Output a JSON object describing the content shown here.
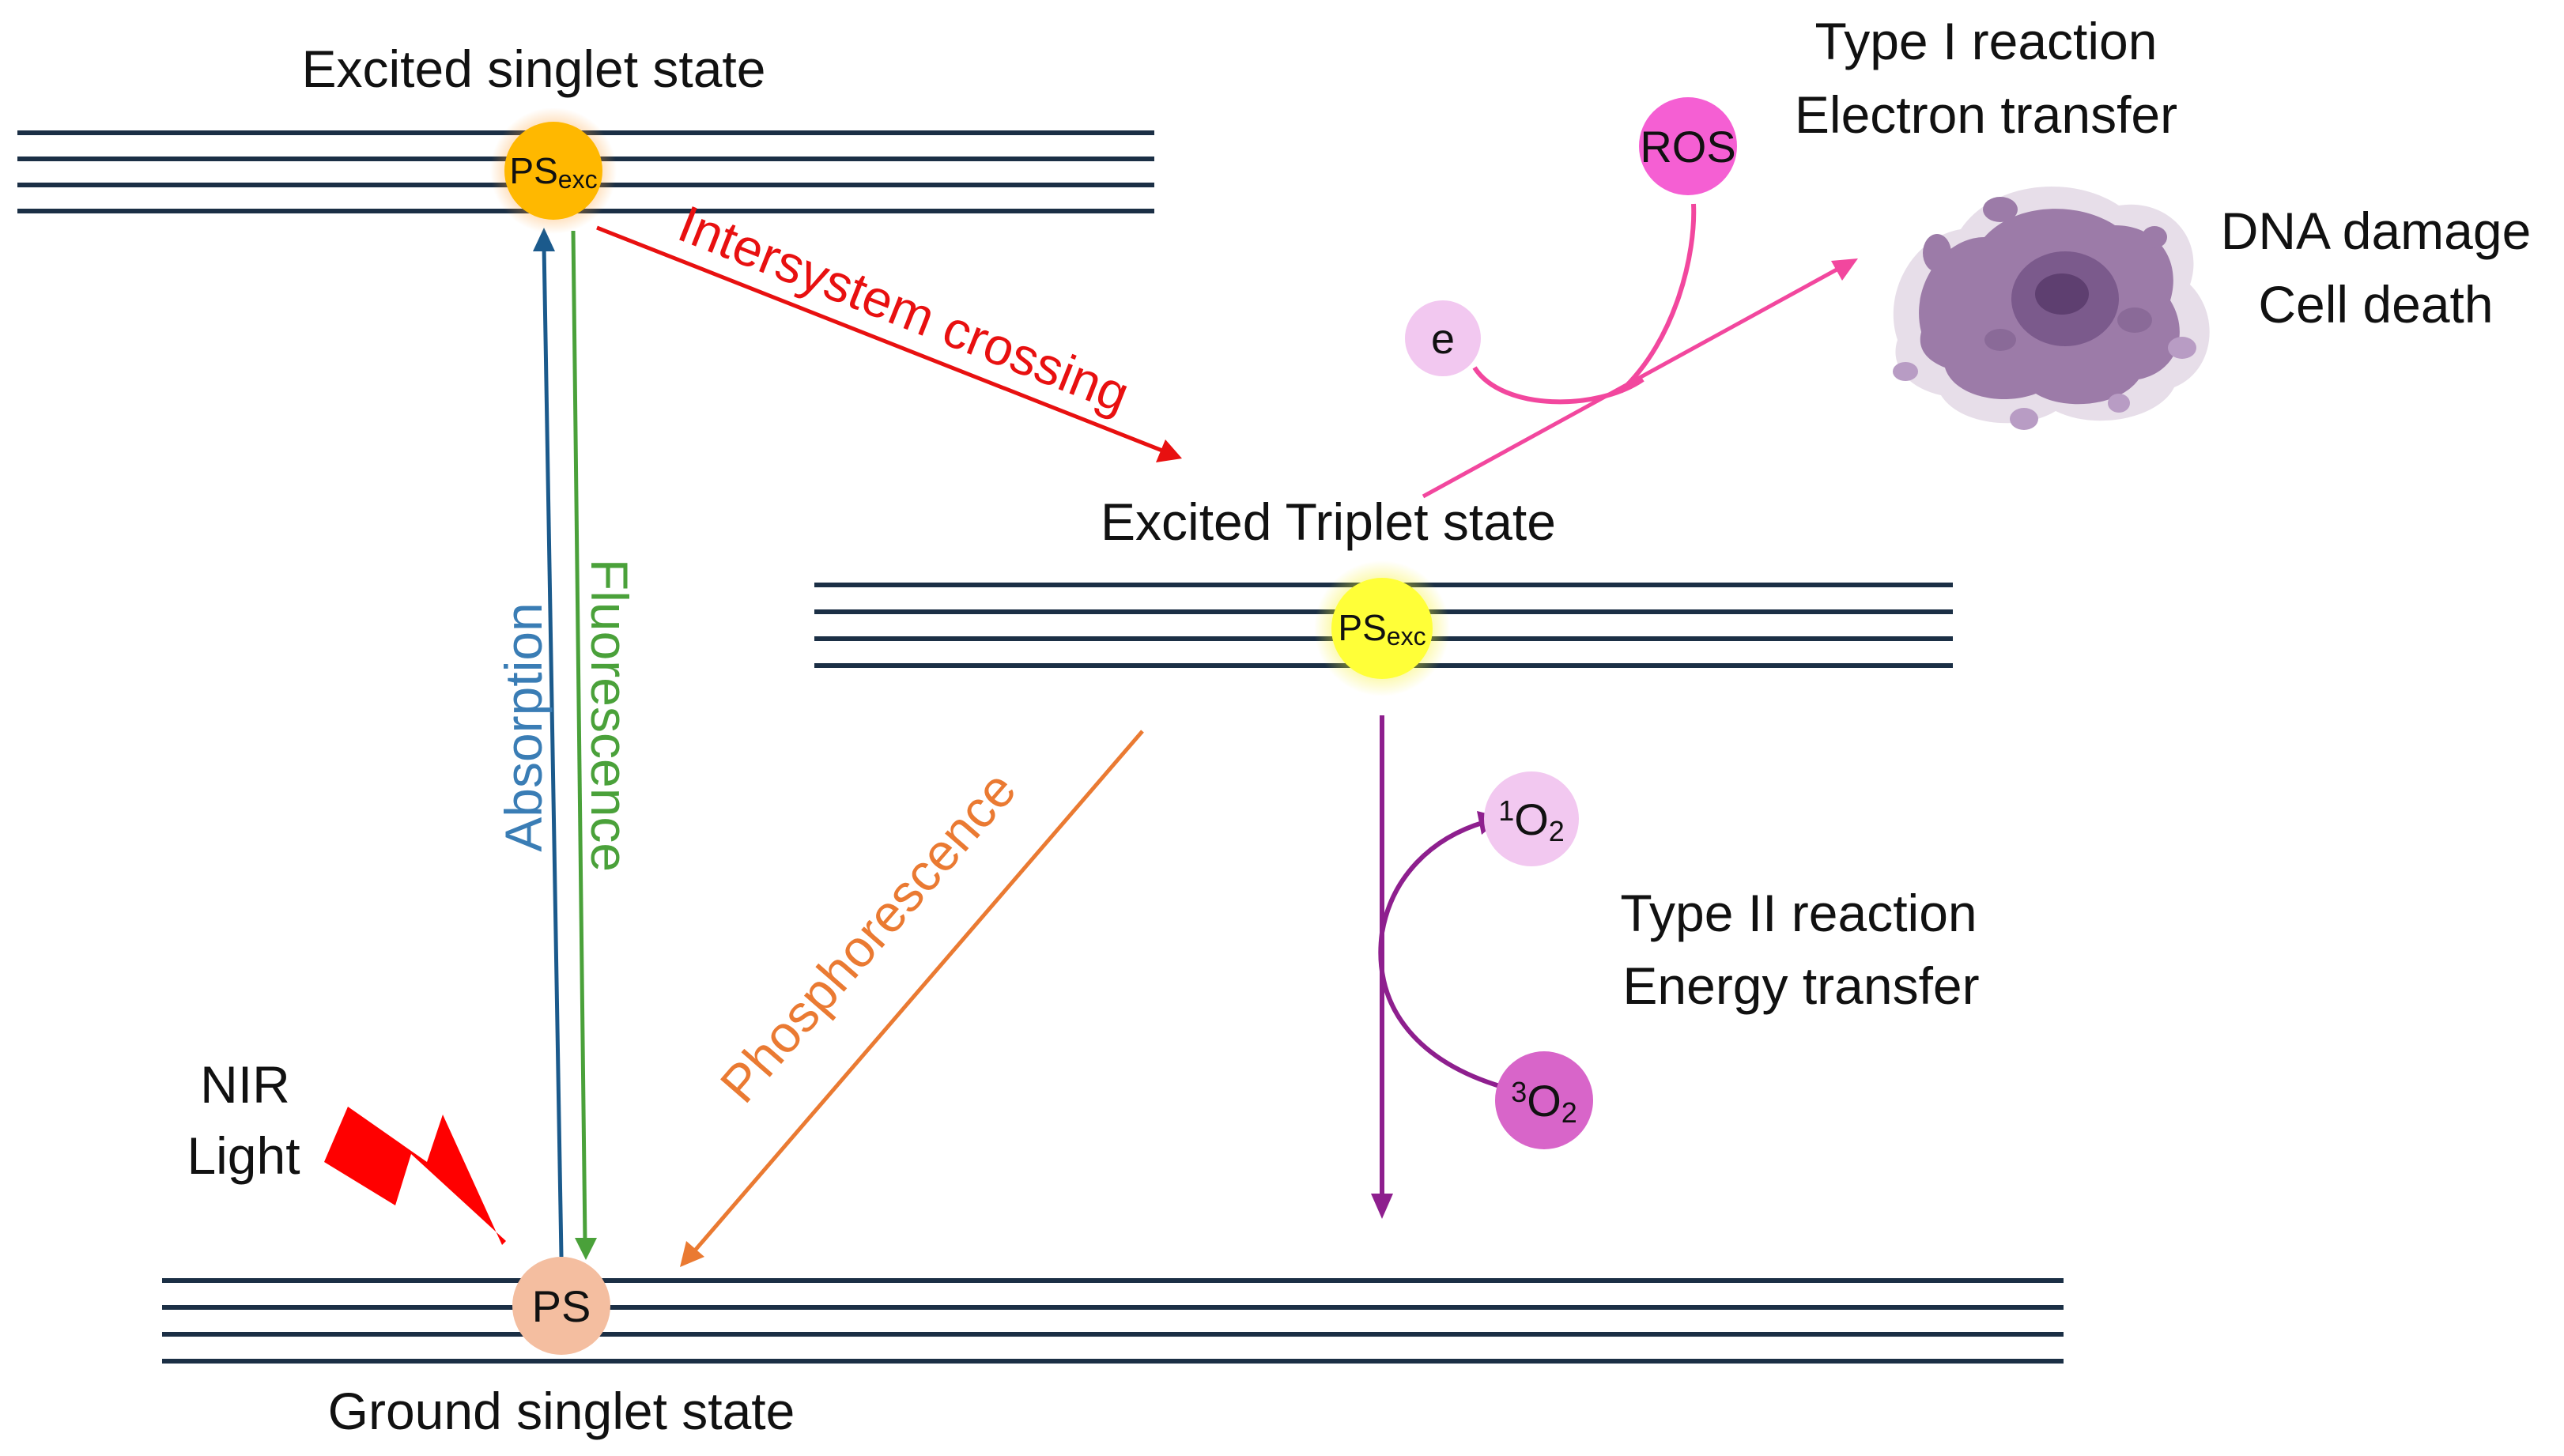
{
  "states": {
    "excited_singlet": "Excited singlet state",
    "excited_triplet": "Excited Triplet state",
    "ground_singlet": "Ground singlet state"
  },
  "molecules": {
    "ps_main": "PS",
    "ps_sub": "exc",
    "ps": "PS",
    "electron": "e",
    "ros": "ROS",
    "singlet_oxygen_sup": "1",
    "triplet_oxygen_sup": "3",
    "oxygen_main": "O",
    "oxygen_sub": "2"
  },
  "processes": {
    "absorption": "Absorption",
    "fluorescence": "Fluorescence",
    "intersystem_crossing": "Intersystem crossing",
    "phosphorescence": "Phosphorescence"
  },
  "reactions": {
    "type1_line1": "Type I reaction",
    "type1_line2": "Electron transfer",
    "type2_line1": "Type II reaction",
    "type2_line2": "Energy transfer",
    "outcome_line1": "DNA damage",
    "outcome_line2": "Cell death"
  },
  "light": {
    "line1": "NIR",
    "line2": "Light"
  },
  "colors": {
    "level_lines": "#1b2f45",
    "absorption": "#3a7db5",
    "fluorescence": "#4aa13a",
    "intersystem_crossing": "#e81010",
    "phosphorescence": "#ea7a32",
    "type2_arrow": "#8e1f8e",
    "type1_arrow": "#f2479e",
    "ps_singlet": "#ffb800",
    "ps_triplet": "#ffff38",
    "ps_ground": "#f4bea0",
    "ros": "#f55fd3",
    "electron": "#f2c8f0",
    "singlet_oxygen": "#f2c8f0",
    "triplet_oxygen": "#d865c9",
    "lightning": "#ff0000",
    "cell": "#9c7ba8"
  }
}
